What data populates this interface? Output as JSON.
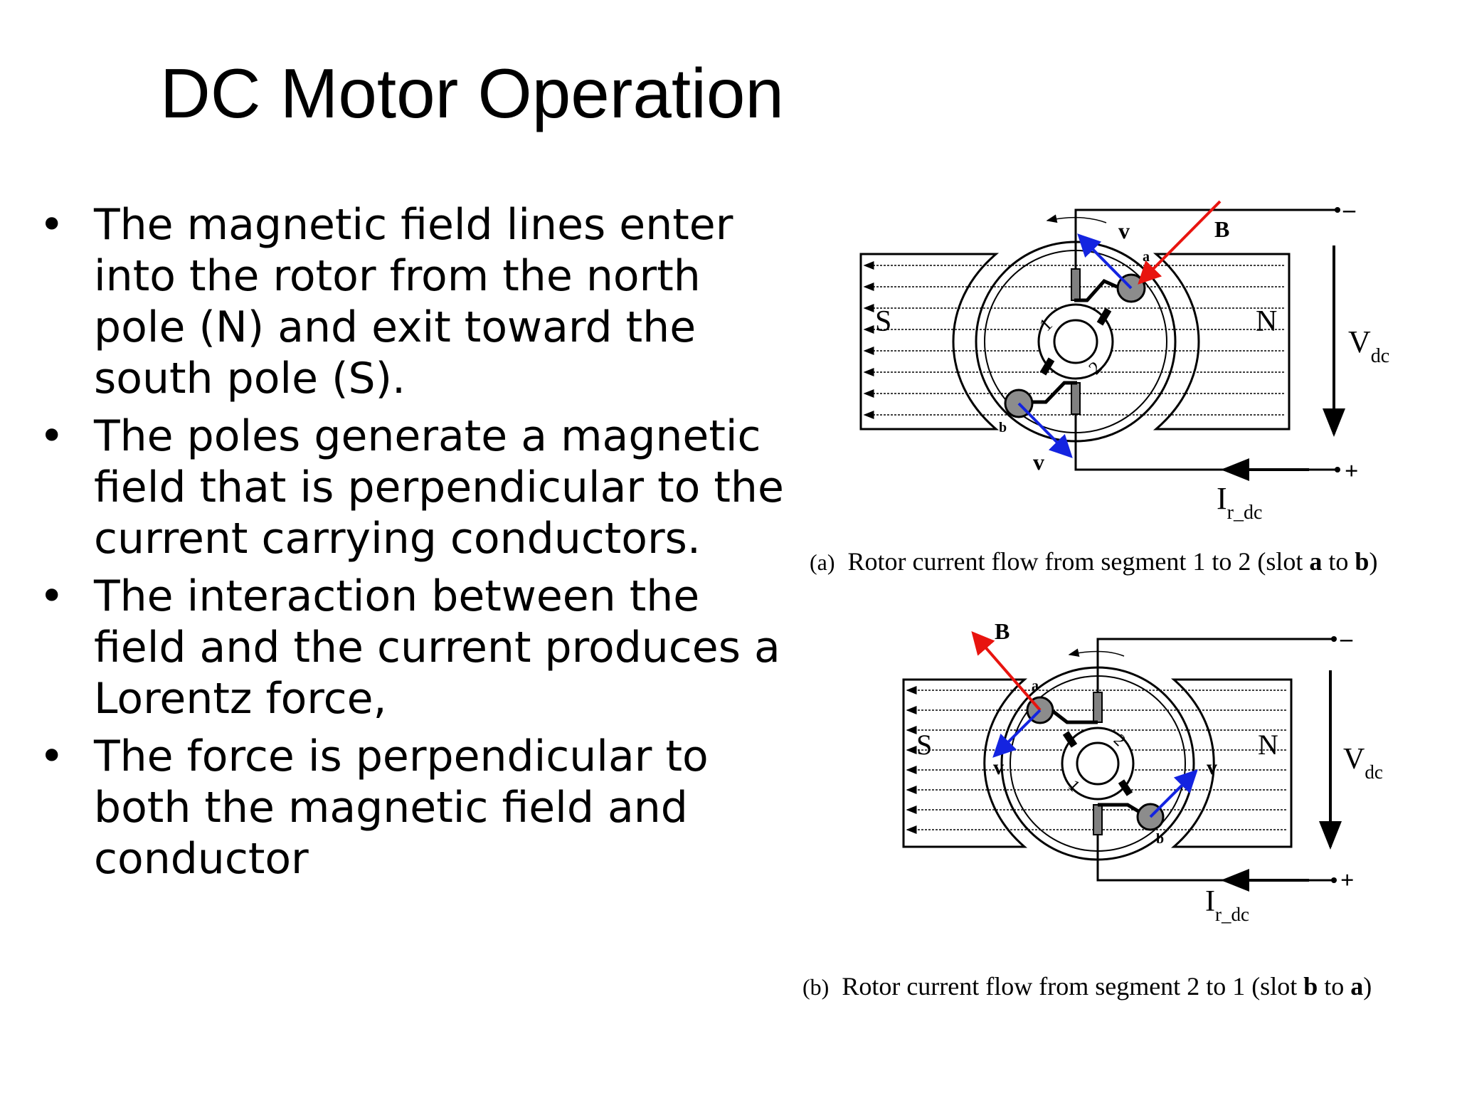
{
  "slide": {
    "title": "DC Motor Operation",
    "bullet_symbol": "•",
    "bullets": [
      "The magnetic field lines enter into the rotor from the north pole (N) and exit toward the south pole (S).",
      "The poles generate a magnetic field that is perpendicular to the current carrying conductors.",
      "The interaction between the field and the current produces a Lorentz force,",
      "The force is perpendicular to both the magnetic field and conductor"
    ]
  },
  "figure_a": {
    "caption_tag": "(a)",
    "caption_text_1": "Rotor current flow from segment 1 to 2 (slot ",
    "caption_bold_1": "a",
    "caption_text_2": " to ",
    "caption_bold_2": "b",
    "caption_text_3": ")",
    "labels": {
      "south": "S",
      "north": "N",
      "field": "B",
      "velocity": "v",
      "slot_a": "a",
      "slot_b": "b",
      "segment_1": "1",
      "segment_2": "2",
      "voltage_main": "V",
      "voltage_sub": "dc",
      "current_main": "I",
      "current_sub": "r_dc",
      "minus": "–",
      "plus": "+"
    }
  },
  "figure_b": {
    "caption_tag": "(b)",
    "caption_text_1": "Rotor current flow from segment 2 to 1 (slot ",
    "caption_bold_1": "b",
    "caption_text_2": " to ",
    "caption_bold_2": "a",
    "caption_text_3": ")",
    "labels": {
      "south": "S",
      "north": "N",
      "field": "B",
      "velocity": "v",
      "slot_a": "a",
      "slot_b": "b",
      "segment_1": "1",
      "segment_2": "2",
      "voltage_main": "V",
      "voltage_sub": "dc",
      "current_main": "I",
      "current_sub": "r_dc",
      "minus": "–",
      "plus": "+"
    }
  },
  "colors": {
    "force_arrow": "#e8140f",
    "velocity_arrow": "#1424e0",
    "conductor_fill": "#8c8c8c"
  }
}
